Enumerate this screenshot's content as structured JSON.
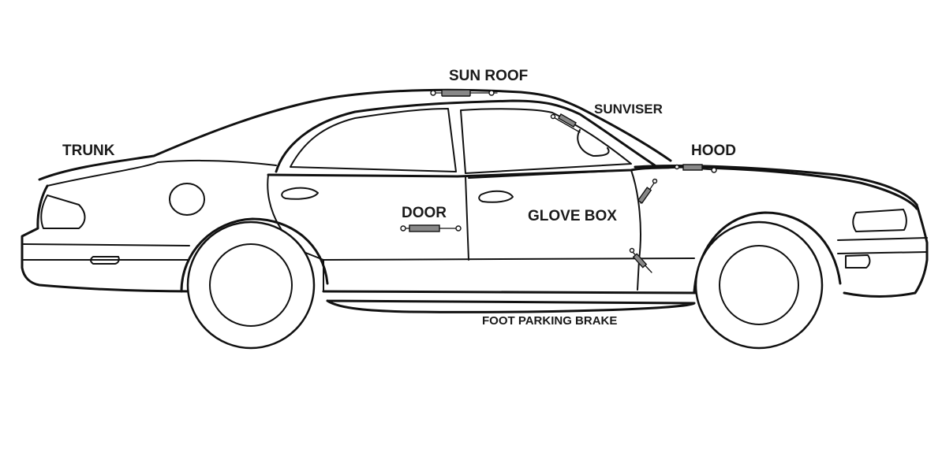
{
  "labels": {
    "trunk": "TRUNK",
    "sun_roof": "SUN ROOF",
    "sunviser": "SUNVISER",
    "hood": "HOOD",
    "door": "DOOR",
    "glove_box": "GLOVE BOX",
    "foot_parking_brake": "FOOT PARKING BRAKE"
  },
  "colors": {
    "line": "#111111",
    "strut_body": "#888888",
    "background": "#ffffff"
  }
}
